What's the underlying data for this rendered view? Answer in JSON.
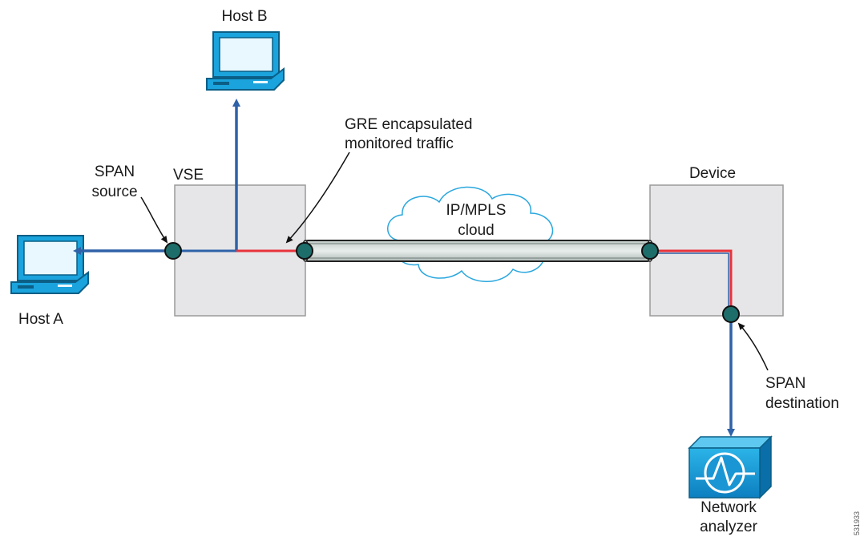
{
  "labels": {
    "host_b": "Host B",
    "host_a": "Host A",
    "vse": "VSE",
    "device": "Device",
    "span_source_1": "SPAN",
    "span_source_2": "source",
    "gre_1": "GRE encapsulated",
    "gre_2": "monitored traffic",
    "cloud_1": "IP/MPLS",
    "cloud_2": "cloud",
    "span_dest_1": "SPAN",
    "span_dest_2": "destination",
    "analyzer_1": "Network",
    "analyzer_2": "analyzer",
    "figure_id": "531933"
  },
  "icons": {
    "host_a": "desktop-computer-icon",
    "host_b": "desktop-computer-icon",
    "analyzer": "network-analyzer-icon"
  },
  "colors": {
    "box_fill": "#e6e6e8",
    "box_stroke": "#9a9a9a",
    "link_blue": "#2f62a8",
    "link_red": "#e8333b",
    "port_dot": "#1d6d6b",
    "host_blue": "#1aa3dd",
    "tunnel_fill": "#dfe6e4"
  }
}
